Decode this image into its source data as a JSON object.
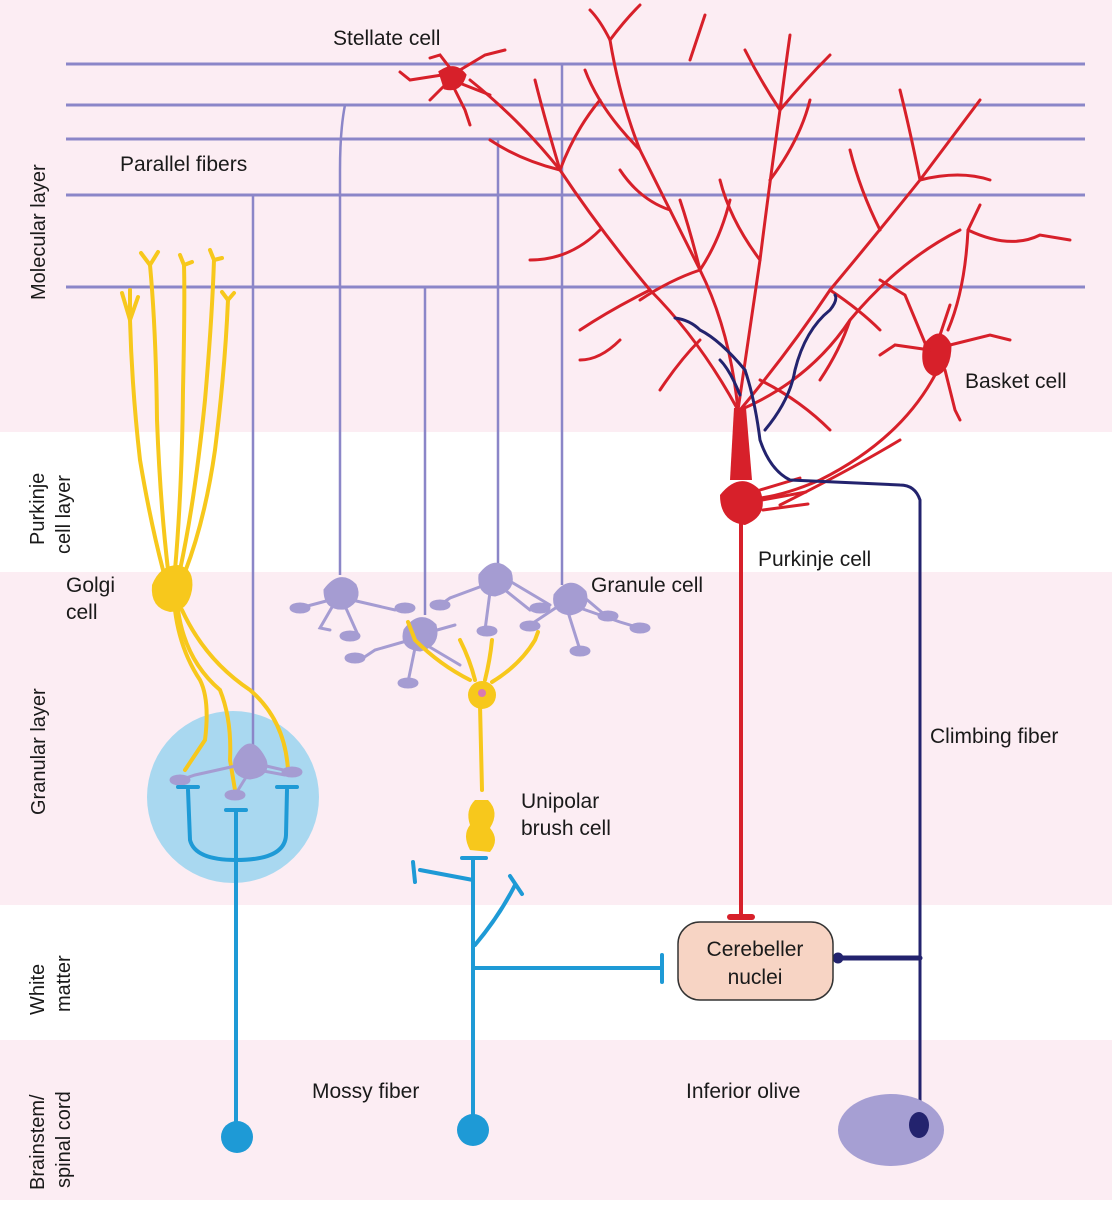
{
  "layers": {
    "molecular": "Molecular layer",
    "purkinje_1": "Purkinje",
    "purkinje_2": "cell layer",
    "granular": "Granular layer",
    "white_1": "White",
    "white_2": "matter",
    "brainstem_1": "Brainstem/",
    "brainstem_2": "spinal cord"
  },
  "labels": {
    "stellate": "Stellate cell",
    "parallel": "Parallel fibers",
    "basket": "Basket cell",
    "golgi_1": "Golgi",
    "golgi_2": "cell",
    "granule": "Granule cell",
    "purkinje": "Purkinje cell",
    "climbing": "Climbing fiber",
    "ubc_1": "Unipolar",
    "ubc_2": "brush cell",
    "nuclei_1": "Cerebeller",
    "nuclei_2": "nuclei",
    "mossy": "Mossy fiber",
    "olive": "Inferior olive"
  },
  "colors": {
    "band_pink": "#fcedf3",
    "band_white": "#ffffff",
    "parallel_fiber": "#8b86c8",
    "granule_cell": "#a59cd2",
    "purkinje": "#d7202a",
    "golgi": "#f7c81c",
    "mossy": "#1e9ad6",
    "climbing": "#23236e",
    "glomerulus": "#a9d8f0",
    "nuclei_fill": "#f7d4c4",
    "olive_fill": "#a69fd3"
  }
}
